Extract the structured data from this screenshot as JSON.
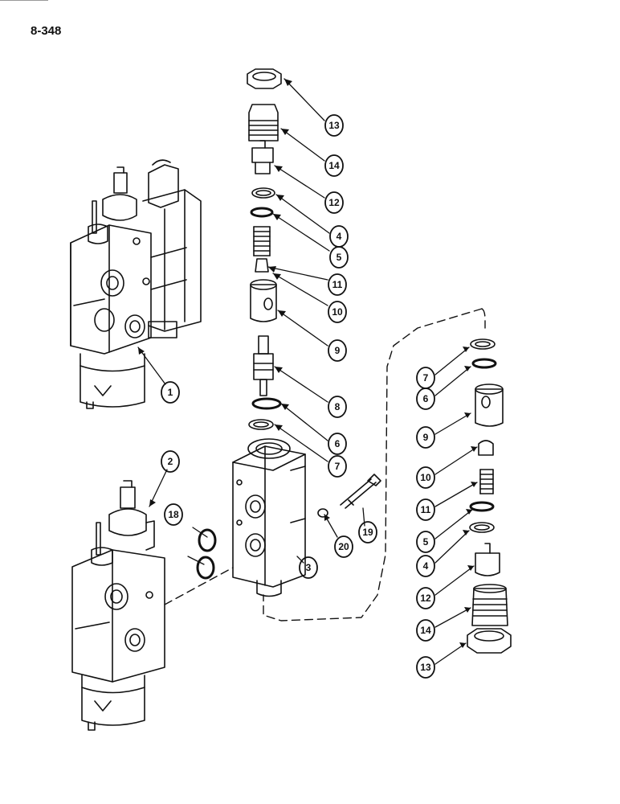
{
  "page_number": "8-348",
  "callouts": [
    {
      "id": "c13a",
      "label": "13"
    },
    {
      "id": "c14a",
      "label": "14"
    },
    {
      "id": "c12a",
      "label": "12"
    },
    {
      "id": "c4a",
      "label": "4"
    },
    {
      "id": "c5a",
      "label": "5"
    },
    {
      "id": "c11a",
      "label": "11"
    },
    {
      "id": "c10a",
      "label": "10"
    },
    {
      "id": "c9a",
      "label": "9"
    },
    {
      "id": "c8",
      "label": "8"
    },
    {
      "id": "c6a",
      "label": "6"
    },
    {
      "id": "c7a",
      "label": "7"
    },
    {
      "id": "c1",
      "label": "1"
    },
    {
      "id": "c2",
      "label": "2"
    },
    {
      "id": "c18",
      "label": "18"
    },
    {
      "id": "c20",
      "label": "20"
    },
    {
      "id": "c19",
      "label": "19"
    },
    {
      "id": "c3",
      "label": "3"
    },
    {
      "id": "c7b",
      "label": "7"
    },
    {
      "id": "c6b",
      "label": "6"
    },
    {
      "id": "c9b",
      "label": "9"
    },
    {
      "id": "c10b",
      "label": "10"
    },
    {
      "id": "c11b",
      "label": "11"
    },
    {
      "id": "c5b",
      "label": "5"
    },
    {
      "id": "c4b",
      "label": "4"
    },
    {
      "id": "c12b",
      "label": "12"
    },
    {
      "id": "c14b",
      "label": "14"
    },
    {
      "id": "c13b",
      "label": "13"
    }
  ]
}
